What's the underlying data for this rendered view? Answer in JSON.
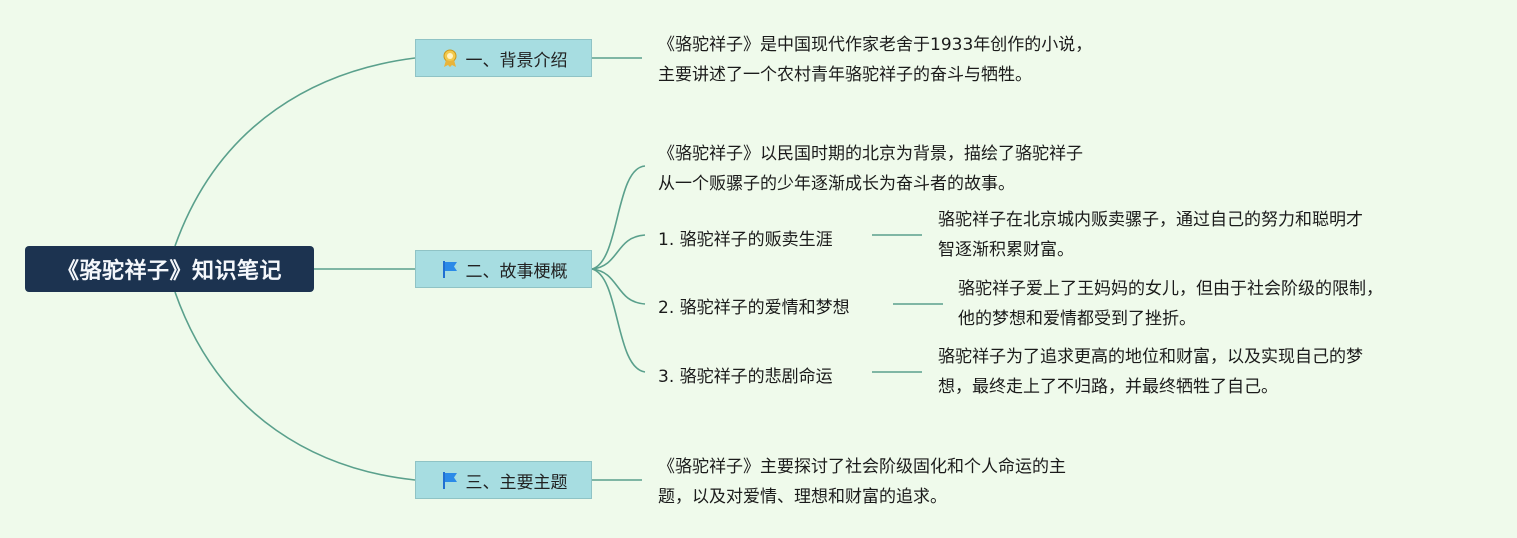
{
  "root": {
    "title": "《骆驼祥子》知识笔记"
  },
  "colors": {
    "line": "#5aa08c",
    "root_bg": "#1c3350",
    "branch_bg": "#a7dde1",
    "background": "#effaeb"
  },
  "branches": [
    {
      "label": "一、背景介绍",
      "icon": "award-ribbon-icon",
      "note": [
        "《骆驼祥子》是中国现代作家老舍于1933年创作的小说，",
        "主要讲述了一个农村青年骆驼祥子的奋斗与牺牲。"
      ]
    },
    {
      "label": "二、故事梗概",
      "icon": "flag-icon",
      "note": [
        "《骆驼祥子》以民国时期的北京为背景，描绘了骆驼祥子",
        "从一个贩骡子的少年逐渐成长为奋斗者的故事。"
      ],
      "children": [
        {
          "label": "1. 骆驼祥子的贩卖生涯",
          "note": [
            "骆驼祥子在北京城内贩卖骡子，通过自己的努力和聪明才",
            "智逐渐积累财富。"
          ]
        },
        {
          "label": "2. 骆驼祥子的爱情和梦想",
          "note": [
            "骆驼祥子爱上了王妈妈的女儿，但由于社会阶级的限制，",
            "他的梦想和爱情都受到了挫折。"
          ]
        },
        {
          "label": "3. 骆驼祥子的悲剧命运",
          "note": [
            "骆驼祥子为了追求更高的地位和财富，以及实现自己的梦",
            "想，最终走上了不归路，并最终牺牲了自己。"
          ]
        }
      ]
    },
    {
      "label": "三、主要主题",
      "icon": "flag-icon",
      "note": [
        "《骆驼祥子》主要探讨了社会阶级固化和个人命运的主",
        "题，以及对爱情、理想和财富的追求。"
      ]
    }
  ]
}
